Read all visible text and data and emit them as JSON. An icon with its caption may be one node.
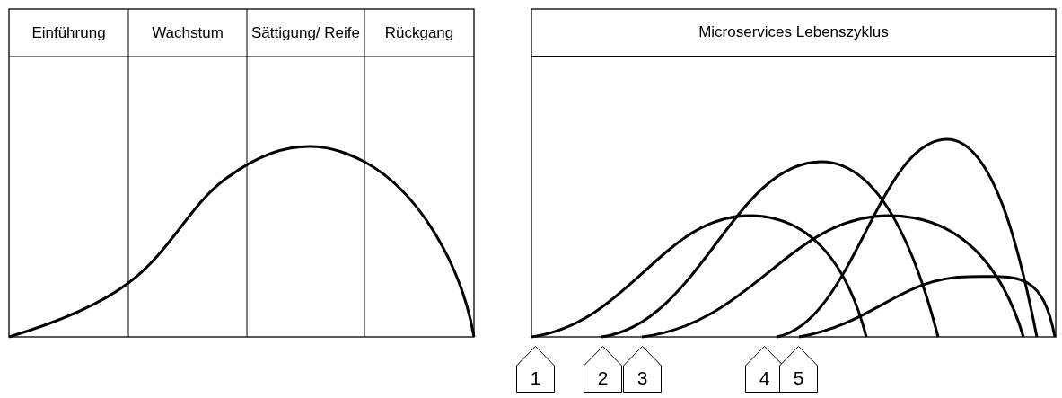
{
  "diagram": {
    "nodes": [
      {
        "text": [
          "Microservices Lebenszyklus"
        ]
      },
      {
        "text": [
          "1"
        ]
      },
      {
        "text": [
          "2"
        ]
      },
      {
        "text": [
          "3"
        ]
      },
      {
        "text": [
          "4"
        ]
      },
      {
        "text": [
          "5"
        ]
      }
    ],
    "labels": [
      "Einführung",
      "Wachstum",
      "Sättigung/ Reife",
      "Rückgang"
    ]
  }
}
